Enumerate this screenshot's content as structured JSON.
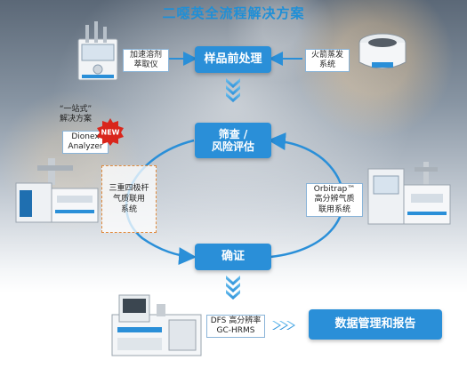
{
  "title": "二噁英全流程解决方案",
  "steps": {
    "pretreatment": "样品前处理",
    "screening_line1": "筛查 /",
    "screening_line2": "风险评估",
    "confirm": "确证",
    "data_mgmt": "数据管理和报告"
  },
  "labels": {
    "ase_line1": "加速溶剂",
    "ase_line2": "萃取仪",
    "evap_line1": "火箭蒸发",
    "evap_line2": "系统",
    "onestop_line1": "“一站式”",
    "onestop_line2": "解决方案",
    "dionex_line1": "Dionex",
    "dionex_line2": "Analyzer",
    "new_badge": "NEW",
    "tq_line1": "三重四极杆",
    "tq_line2": "气质联用",
    "tq_line3": "系统",
    "orbi_line1": "Orbitrap™",
    "orbi_line2": "高分辨气质",
    "orbi_line3": "联用系统",
    "dfs_line1": "DFS 高分辨率",
    "dfs_line2": "GC-HRMS"
  },
  "colors": {
    "accent": "#2a8fd8",
    "title": "#1f8fd6",
    "dashed": "#e08a3c",
    "new_badge": "#d9261c"
  }
}
